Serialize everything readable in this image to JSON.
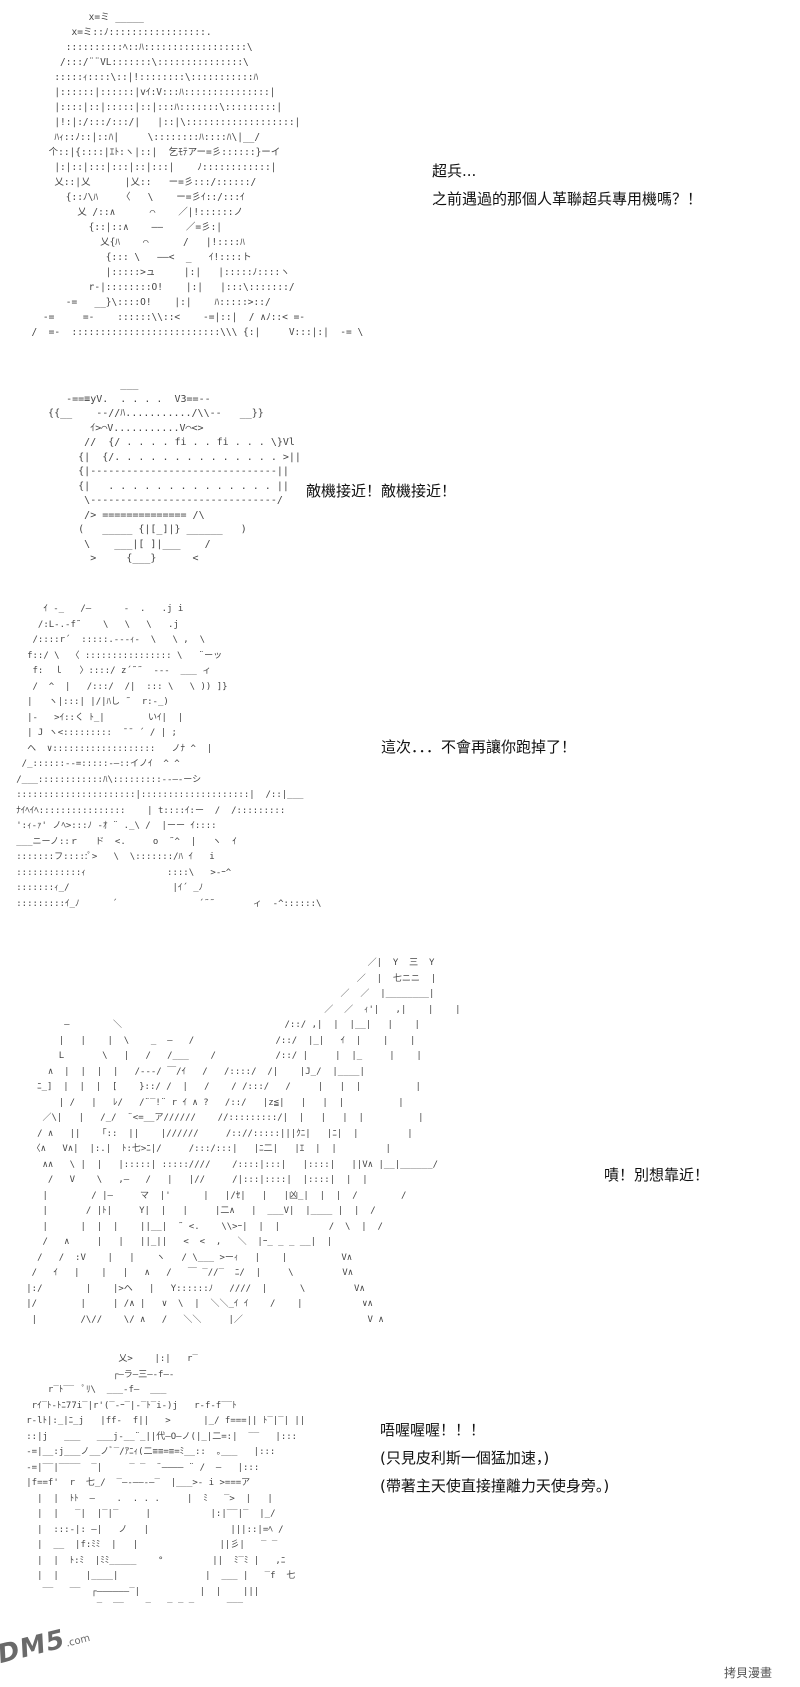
{
  "panels": [
    {
      "lines": [
        "超兵...",
        "之前遇過的那個人革聯超兵專用機嗎？！"
      ],
      "art": "            x=ミ _____       \n         x=ミ::ﾉ:::::::::::::::::.\n        ::::::::::ﾍ::ﾊ::::::::::::::::::\\\n       /:::/¨¨VL:::::::\\:::::::::::::::\\\n      :::::ｨ::::\\::|!::::::::\\:::::::::::ﾊ\n      |::::::|::::::|vｲ:V:::ﾊ:::::::::::::::|\n      |::::|::|:::::|::|:::ﾊ:::::::\\:::::::::|\n      |!:|:/:::/:::/|   |::|\\:::::::::::::::::::|\n      ﾊｨ::ﾉ::|::ﾊ|     \\::::::::ﾊ::::ﾊ\\|__/\n     个::|{::::|ｴﾄ:ヽ|::|  乞ﾓﾃアー=彡::::::}ーイ\n      |:|::|:::|:::|::|:::|    ﾉ::::::::::::|\n      乂::|乂      |乂::   ー=彡:::/::::::/\n        {::ﾉ\\ﾊ    〈   \\    ー=彡ｲ::/:::ｲ\n          乂 /::∧      ⌒    ／|!::::::ノ\n            {::|::∧    ——    ／=彡:|\n              乂{ﾊ    ⌒      /   |!::::ﾊ\n               {::: \\   ——<  _   ｲ!::::ト\n               |:::::>ュ     |:|   |:::::ﾉ::::ヽ\n            r-|::::::::O!    |:|   |:::\\:::::::/\n        -=   __}\\::::O!    |:|    ﾊ:::::>::/\n    -=     =-    ::::::\\\\::<    -=|::|  / ∧ﾉ::< =-\n  /  =-  ::::::::::::::::::::::::::\\\\\\ {:|     V:::|:|  -= \\"
    },
    {
      "lines": [
        "敵機接近！敵機接近！"
      ],
      "art": "               ___\n      -==≡yV.  . . . .  V3==--\n   {{__    --//ﾊ.........../\\\\--   __}}\n          ｲ>⌒V...........V⌒<>\n         //  {/ . . . . fi . . fi . . . \\}Vl\n        {|  {/. . . . . . . . . . . . . . >||\n        {|-------------------------------||\n        {|   . . . . . . . . . . . . . . ||\n         \\-------------------------------/\n         /> ============== /\\\n        (   _____ {|[_]|} ______   )\n         \\    ___|[ ]|___    /\n          >     {___}      <"
    },
    {
      "lines": [
        "這次．．．不會再讓你跑掉了！"
      ],
      "art": "        ｲ -_   /—      -  .   .j i\n       /:L-.-f˜    \\   \\   \\   .j\n      /::::r´  :::::.---ｨ-  \\   \\ ,  \\\n     f::/ \\  〈 :::::::::::::::: \\   ¨ーッ\n      f:  ｌ   〉::::/ z´˜˜  ---  ___ ィ\n      /  ^  |   /:::/  /|  ::: \\   \\ )) ]}\n     |   ヽ|:::| |/|ﾊし ˜  r:-_)\n     |-   >ｲ::く ﾄ_|        いｲ|  |\n     | J ヽ<:::::::::  ̄ ̄  ´ / | ;\n     ヘ  ∨:::::::::::::::::::   ノﾅ ^  |\n    /_::::::--=:::::-—::イノｲ  ^ ^\n   /___::::::::::::ﾊ\\:::::::::--—-ーシ\n   ::::::::::::::::::::::|::::::::::::::::::::|  /::|___\n   ﾅｲﾍｲﾍ::::::::::::::::    | t::::ｲ:ー  /  /:::::::::\n   ':ｨ-ｧ' ノﾍ>:::ﾉ -ｵ ¨ ._\\ /  |ーー ｲ::::\n   ___ニーノ::ｒ   ド  <.     o  ˜^  |   ヽ  ｲ\n   :::::::フ:::::ﾟ>   \\  \\:::::::/ﾊ ｲ   i\n   ::::::::::::ｨ               ::::\\   >-ｰ^\n   :::::::ｨ_/                   |ｲ´ _ﾉ\n   :::::::::ｲ_ﾉ      ´               ´˜˜       ィ  -^::::::\\"
    },
    {
      "lines": [
        "嘖！別想靠近！"
      ],
      "art": "                                                                  ／|  Y  三  Y\n                                                                ／  |  七ニニ  |\n                                                             ／  ／  |________|\n                                                          ／  ／  ｨ'|   ,|    |    |\n          —        ＼                              /::/ ,|  |  |__|   |    |\n         |   |    |  \\    _  —   /               /::/  |_|   ｲ  |    |    |\n         L       \\   |   /   /___    /           /::/ |     |  |_     |    |\n       ∧  |  |  |  |   /---/ ￣/ｲ   /   /::::/  /|    |J_/  |____|\n     ﾆ_]  |  |  |  [    }::/ /  |   /    / /:::/   /     |   |  |          |\n         | /   |   ﾚ/   /¨‾!¨ r ｲ ∧ ?   /::/   |z≦|   |   |  |          |\n      ／\\|   |   /_/  ¨<=__ア//////    //:::::::::/|  |   |   |  |          |\n     / ∧   ||    ｢::  ||    |//////     /:://:::::|||ｸﾆ|   |ﾆ|  |         |\n    〈∧   V∧|  |:.|  ﾄ:七>ﾆ|/     /:::/:::|   |ﾆ二|   |ｴ  |  |         |\n      ∧∧   \\ |  |   |:::::| :::::////    /::::|:::|   |::::|   ||V∧ |__|______/\n       /   V    \\   ,—   /   |   |//     /|:::|::::|  |::::|  |  |\n      |        / |—     マ  |'      |   |/ｾ|   |   |凶_|  |  |  /        /\n      |       / |ﾄ|     Y|  |   |     |二∧   |  ___V|  |____ |  |  /\n      |      |  |  |    ||__|  ˜ <.    \\\\>ｰ|  |  |         /  \\  |  /\n      /   ∧     |   |   ||_||   <  <  ,   ＼  |ｰ_ _ _ __|  |\n     /   /  :V    |   |    ヽ   / \\___ >ーｨ   |    |          V∧\n    /   ｲ   |    |   |   ∧   /   ￣ ‾//‾  ﾆ/  |     \\         V∧\n   |:/        |    |>ヘ   |   Y::::::ﾉ   ////  |      \\         V∧\n   |/        |     | /∧ |   ∨  \\  |  ＼＼_ｲ ｲ    /    |           ∨∧\n    |        /\\//    \\/ ∧   /   ＼＼     |／                       V ∧"
    },
    {
      "lines": [
        "唔喔喔喔！！！",
        "(只見皮利斯一個猛加速，)",
        "(帶著主天使直接撞離力天使身旁。)"
      ],
      "art": "                    乂>    |:|   r‾\n                   ┌—ラ—三—-f—-\n       r‾ﾄ‾‾  ﾟﾘ\\  ___-f—  ___\n    rｲ‾ﾄ-ﾄﾆ77i‾|r'(‾-ｰ‾|-‾ﾄ‾i-)j   r-f-f‾‾ﾄ\n   r-lﾄ|:_|ﾆ_j   |ff-  f||   >      |_/ f===|| ﾄ‾|‾| ||\n   ::|j   ___   ___j-__¨_||代—O—ノ(|_|二=:|  ‾‾   |:::\n   -=|__:j___ノ__ノﾞ‾/ｱﾆｨ(二≡≡=≡=ﾐ__::  ｡___   |:::\n   -=|‾‾|‾‾‾‾  ‾|     ‾ ‾  ¨———— ¨ /  —   |:::\n   |f==f'  r  七_/  ‾—-——-—‾  |___>- i >===ア\n     |  |  ﾄﾄ  —    .  . . .     |  ﾐ   ‾>  |   |\n     |  |   ‾|  |‾|‾     |           |:|‾‾|‾  |_/\n     |  :::-|: —|   ノ   |               |||::|=ﾍ /\n     |  __  |f:ﾐﾐ  |   |               ||彡|   ‾ ‾\n     |  |  ﾄ:ﾐ  |ﾐﾐ_____    °         ||  ﾐ‾ﾐ |   ,ﾆ\n     |  |     |____|                |  ___ |   ‾f  七\n      ‾‾   ‾‾  ┌——————‾|           |  |    |||\n                ‾  ‾‾    ‾   ‾ ‾ ‾      ‾‾‾"
    }
  ],
  "watermark": {
    "bottom_left": "DM5",
    "bottom_left_sub": ".com",
    "bottom_right": "拷貝漫畫"
  }
}
